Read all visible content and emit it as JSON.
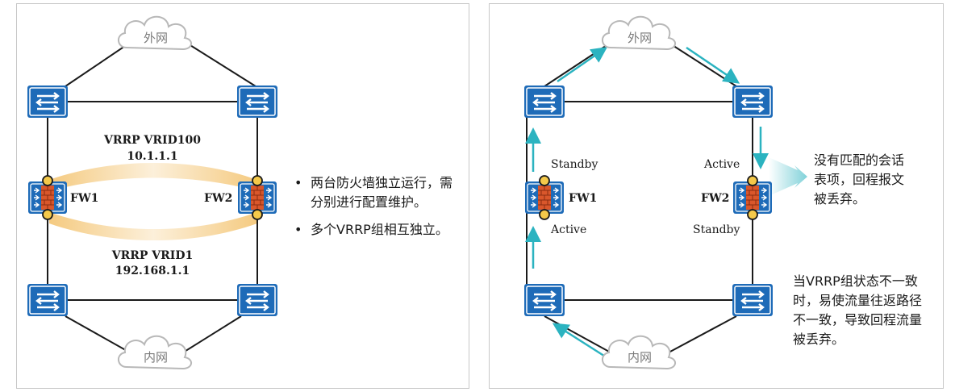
{
  "left": {
    "cloud_top": "外网",
    "cloud_bottom": "内网",
    "fw1": "FW1",
    "fw2": "FW2",
    "vrrp_top_line1": "VRRP VRID100",
    "vrrp_top_line2": "10.1.1.1",
    "vrrp_bottom_line1": "VRRP VRID1",
    "vrrp_bottom_line2": "192.168.1.1",
    "bullets": [
      "两台防火墙独立运行，需分别进行配置维护。",
      "多个VRRP组相互独立。"
    ]
  },
  "right": {
    "cloud_top": "外网",
    "cloud_bottom": "内网",
    "fw1": "FW1",
    "fw2": "FW2",
    "fw1_up_state": "Standby",
    "fw1_down_state": "Active",
    "fw2_up_state": "Active",
    "fw2_down_state": "Standby",
    "drop_note": "没有匹配的会话表项，回程报文被丢弃。",
    "bottom_note": "当VRRP组状态不一致时，易使流量往返路径不一致，导致回程流量被丢弃。"
  },
  "colors": {
    "switch_blue": "#1e6bb8",
    "firewall_brick": "#d9572b",
    "flow_arrow": "#2bb3c0",
    "vrrp_glow": "#f3c16a",
    "link_line": "#1a1a1a"
  }
}
